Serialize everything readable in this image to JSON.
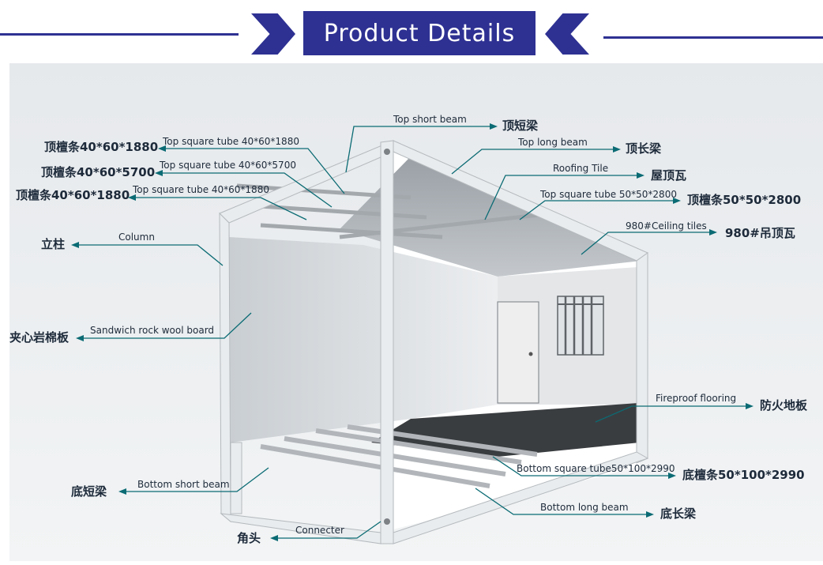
{
  "header": {
    "title": "Product Details"
  },
  "labels": {
    "top_short_beam": {
      "en": "Top short beam",
      "cn": "顶短梁"
    },
    "top_long_beam": {
      "en": "Top long beam",
      "cn": "顶长梁"
    },
    "roofing_tile": {
      "en": "Roofing Tile",
      "cn": "屋顶瓦"
    },
    "top_tube_5050": {
      "en": "Top square tube 50*50*2800",
      "cn": "顶檀条50*50*2800"
    },
    "ceiling_tiles": {
      "en": "980#Ceiling tiles",
      "cn": "980#吊顶瓦"
    },
    "top_tube_1": {
      "en": "Top square tube 40*60*1880",
      "cn": "顶檀条40*60*1880"
    },
    "top_tube_2": {
      "en": "Top square tube 40*60*5700",
      "cn": "顶檀条40*60*5700"
    },
    "top_tube_3": {
      "en": "Top square tube 40*60*1880",
      "cn": "顶檀条40*60*1880"
    },
    "column": {
      "en": "Column",
      "cn": "立柱"
    },
    "sandwich_board": {
      "en": "Sandwich rock wool board",
      "cn": "夹心岩棉板"
    },
    "fireproof_floor": {
      "en": "Fireproof flooring",
      "cn": "防火地板"
    },
    "bottom_tube": {
      "en": "Bottom square tube50*100*2990",
      "cn": "底檀条50*100*2990"
    },
    "bottom_short_beam": {
      "en": "Bottom short beam",
      "cn": "底短梁"
    },
    "bottom_long_beam": {
      "en": "Bottom long beam",
      "cn": "底长梁"
    },
    "connecter": {
      "en": "Connecter",
      "cn": "角头"
    }
  },
  "colors": {
    "brand": "#2e3192",
    "leader": "#0b6b74",
    "text": "#1d2a3a"
  }
}
